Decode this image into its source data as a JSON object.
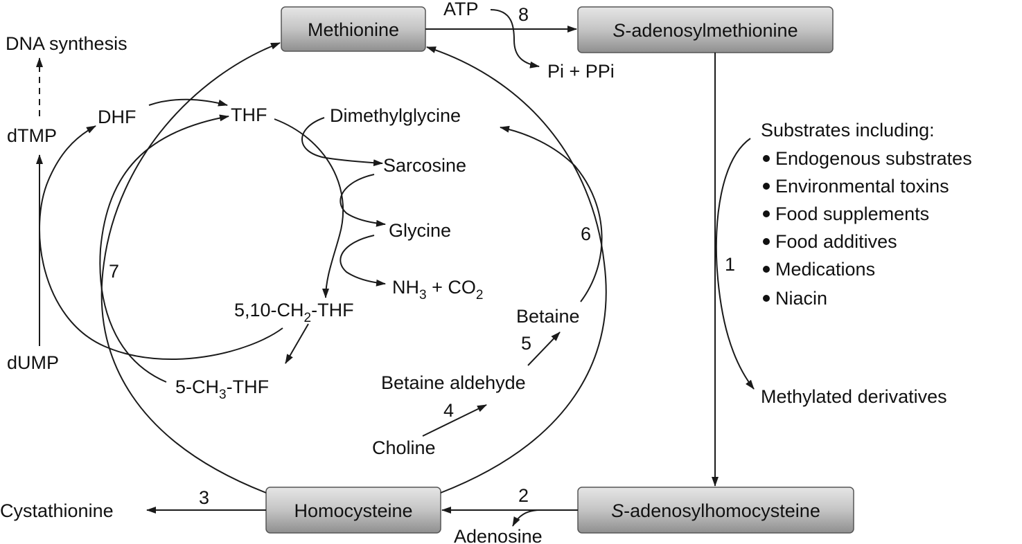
{
  "boxes": {
    "methionine": "Methionine",
    "sam_prefix": "S",
    "sam_rest": "-adenosylmethionine",
    "sah_prefix": "S",
    "sah_rest": "-adenosylhomocysteine",
    "homocysteine": "Homocysteine"
  },
  "labels": {
    "atp": "ATP",
    "pi_ppi": "Pi + PPi",
    "dna_synthesis": "DNA synthesis",
    "dtmp": "dTMP",
    "dump": "dUMP",
    "dhf": "DHF",
    "thf": "THF",
    "dimethylglycine": "Dimethylglycine",
    "sarcosine": "Sarcosine",
    "glycine": "Glycine",
    "nh3_co2": {
      "a": "NH",
      "sub1": "3",
      "b": " + CO",
      "sub2": "2"
    },
    "methylene_thf": {
      "a": "5,10-CH",
      "sub": "2",
      "b": "-THF"
    },
    "methyl_thf": {
      "a": "5-CH",
      "sub": "3",
      "b": "-THF"
    },
    "betaine": "Betaine",
    "betaine_aldehyde": "Betaine aldehyde",
    "choline": "Choline",
    "cystathionine": "Cystathionine",
    "adenosine": "Adenosine",
    "substrates_heading": "Substrates including:",
    "substrates": [
      "Endogenous substrates",
      "Environmental toxins",
      "Food supplements",
      "Food additives",
      "Medications",
      "Niacin"
    ],
    "methylated_derivatives": "Methylated derivatives"
  },
  "steps": [
    "1",
    "2",
    "3",
    "4",
    "5",
    "6",
    "7",
    "8"
  ]
}
